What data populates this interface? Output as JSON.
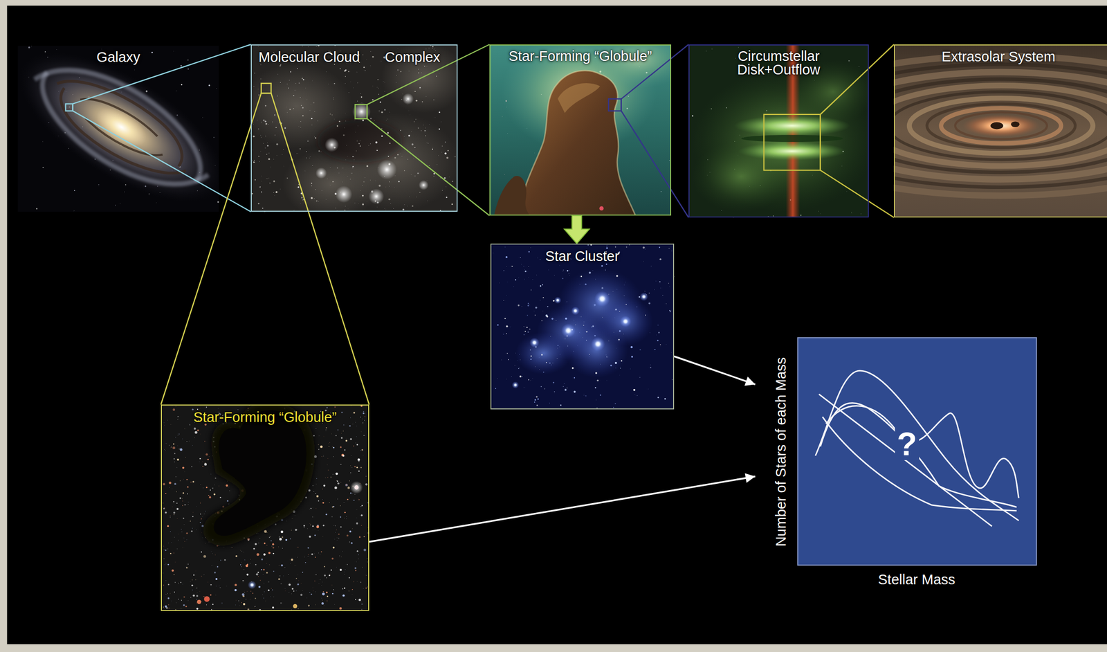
{
  "diagram": {
    "nodes": [
      {
        "text": [
          "Galaxy"
        ]
      },
      {
        "text": [
          "Molecular Cloud",
          "Complex"
        ]
      },
      {
        "text": [
          "Star-Forming “Globule”"
        ]
      },
      {
        "text": [
          "Circumstellar Disk+Outflow"
        ]
      },
      {
        "text": [
          "Extrasolar System"
        ]
      },
      {
        "text": [
          "Star Cluster"
        ]
      },
      {
        "text": [
          "Star-Forming “Globule”"
        ]
      },
      {
        "text": [
          "Number of Stars of each Mass",
          "?",
          "Stellar Mass"
        ]
      }
    ],
    "edges": [
      {
        "from": 0,
        "to": 1,
        "arrow": "none"
      },
      {
        "from": 1,
        "to": 2,
        "arrow": "none"
      },
      {
        "from": 2,
        "to": 3,
        "arrow": "none"
      },
      {
        "from": 3,
        "to": 4,
        "arrow": "none"
      },
      {
        "from": 1,
        "to": 6,
        "arrow": "none"
      },
      {
        "from": 2,
        "to": 5,
        "arrow": "to"
      },
      {
        "from": 5,
        "to": 7,
        "arrow": "to"
      },
      {
        "from": 6,
        "to": 7,
        "arrow": "to"
      }
    ]
  }
}
